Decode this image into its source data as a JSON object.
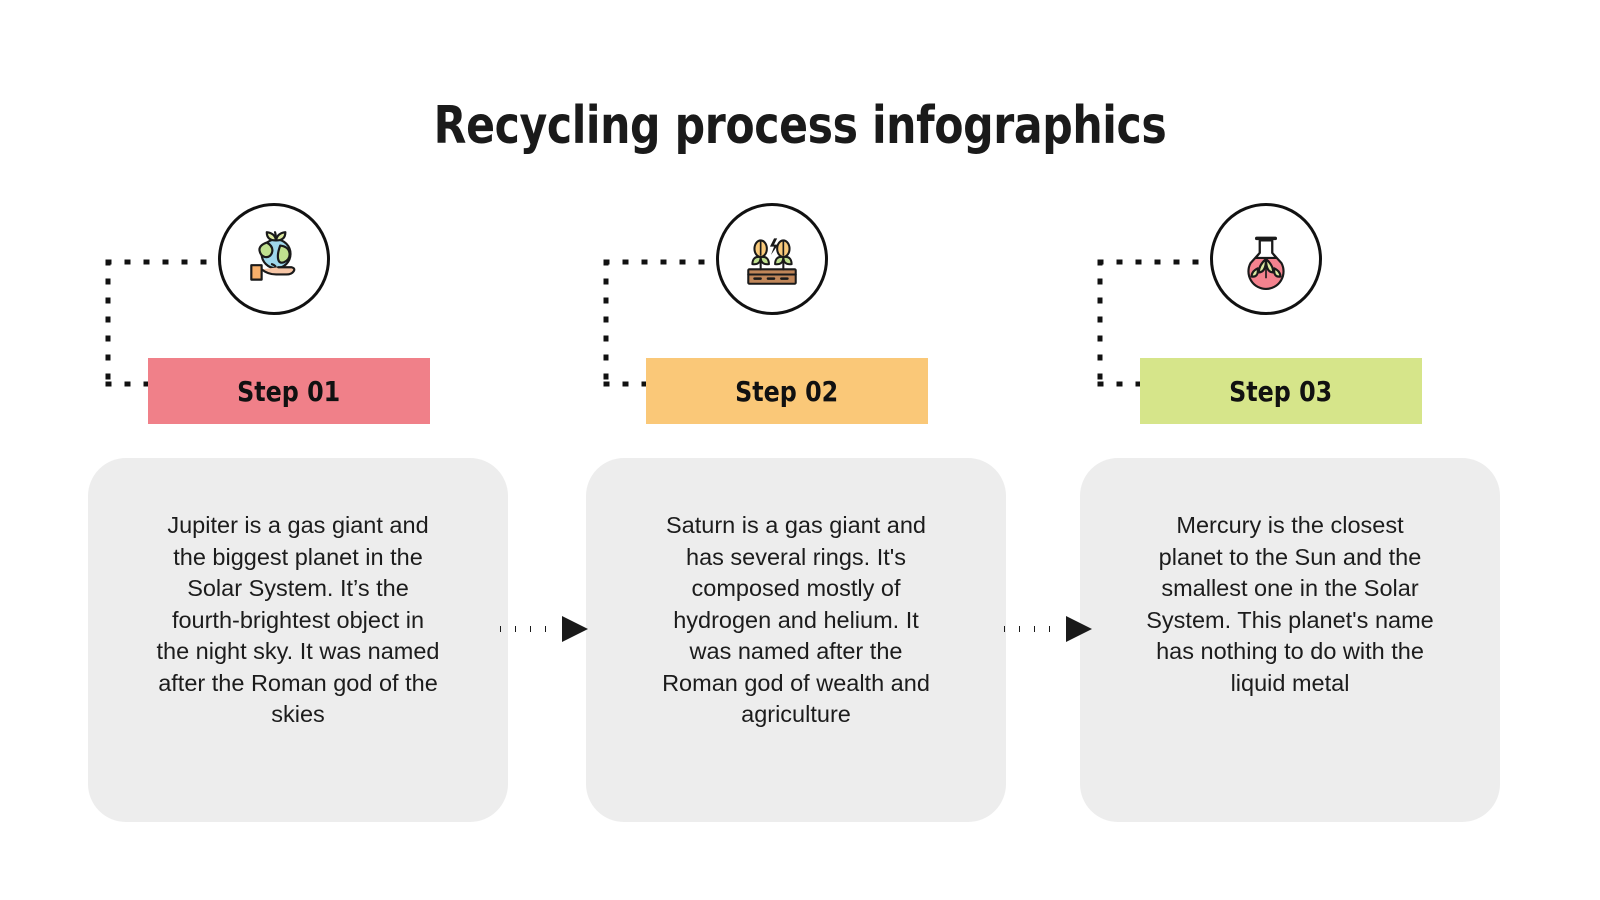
{
  "slide": {
    "title": "Recycling process infographics",
    "background_color": "#FFFFFF"
  },
  "colors": {
    "step1": "#F08089",
    "step2": "#FAC878",
    "step3": "#D6E58A",
    "card": "#EDEDED",
    "outline": "#111111",
    "text": "#1C1C1C"
  },
  "steps": [
    {
      "label": "Step 01",
      "bar_color": "#F08089",
      "icon_name": "hand-holding-earth-icon",
      "body": "Jupiter is a gas giant and the biggest planet in the Solar System. It’s the fourth-brightest object in the night sky. It was named after the Roman god of the skies"
    },
    {
      "label": "Step 02",
      "bar_color": "#FAC878",
      "icon_name": "crops-bioenergy-icon",
      "body": "Saturn is a gas giant and has several rings. It's composed mostly of hydrogen and helium. It was named after the Roman god of wealth and agriculture"
    },
    {
      "label": "Step 03",
      "bar_color": "#D6E58A",
      "icon_name": "leaf-flask-icon",
      "body": "Mercury is the closest planet to the Sun and the smallest one in the Solar System. This planet's name has nothing to do with the liquid metal"
    }
  ],
  "connectors": {
    "bracket_style": "dotted",
    "arrow_style": "dotted-with-triangle-head",
    "count": 2
  }
}
